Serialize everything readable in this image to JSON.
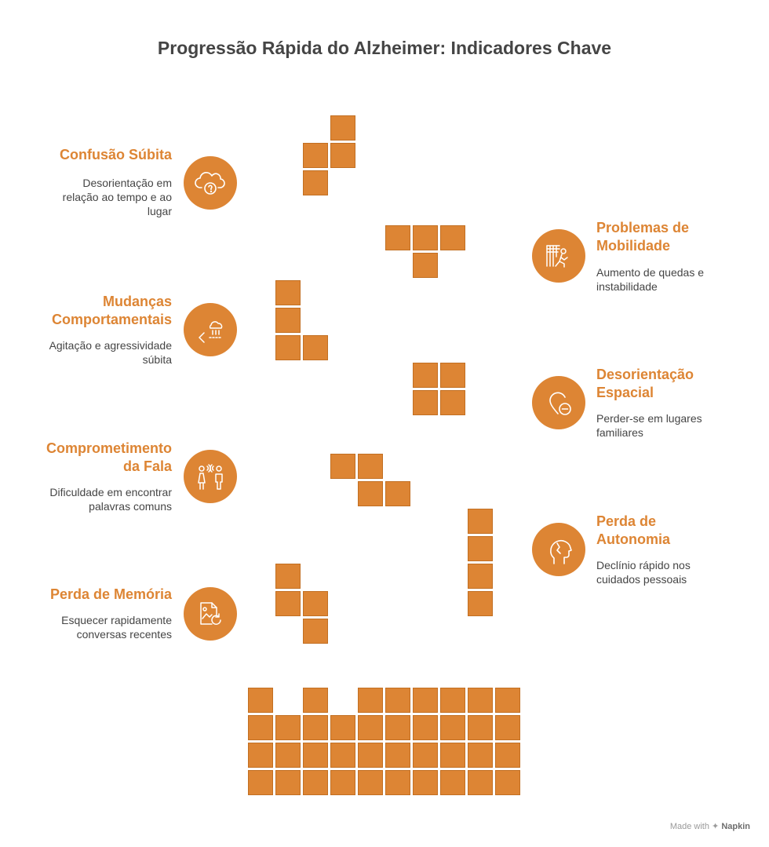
{
  "title": "Progressão Rápida do Alzheimer: Indicadores Chave",
  "theme": {
    "accent": "#dd8534",
    "text": "#454545"
  },
  "items": [
    {
      "title": "Confusão Súbita",
      "desc": "Desorientação em\nrelação ao tempo e ao\nlugar",
      "icon": "cloud-question-icon"
    },
    {
      "title": "Problemas de\nMobilidade",
      "desc": "Aumento de quedas e\ninstabilidade",
      "icon": "person-falling-icon"
    },
    {
      "title": "Mudanças\nComportamentais",
      "desc": "Agitação e agressividade\nsúbita",
      "icon": "storm-cloud-icon"
    },
    {
      "title": "Desorientação\nEspacial",
      "desc": "Perder-se em lugares\nfamiliares",
      "icon": "location-pin-minus-icon"
    },
    {
      "title": "Comprometimento\nda Fala",
      "desc": "Dificuldade em encontrar\npalavras comuns",
      "icon": "two-people-speaking-icon"
    },
    {
      "title": "Perda de\nAutonomia",
      "desc": "Declínio rápido nos\ncuidados pessoais",
      "icon": "head-profile-icon"
    },
    {
      "title": "Perda de Memória",
      "desc": "Esquecer rapidamente\nconversas recentes",
      "icon": "document-refresh-icon"
    }
  ],
  "footer": {
    "made_with": "Made with",
    "brand": "Napkin"
  }
}
